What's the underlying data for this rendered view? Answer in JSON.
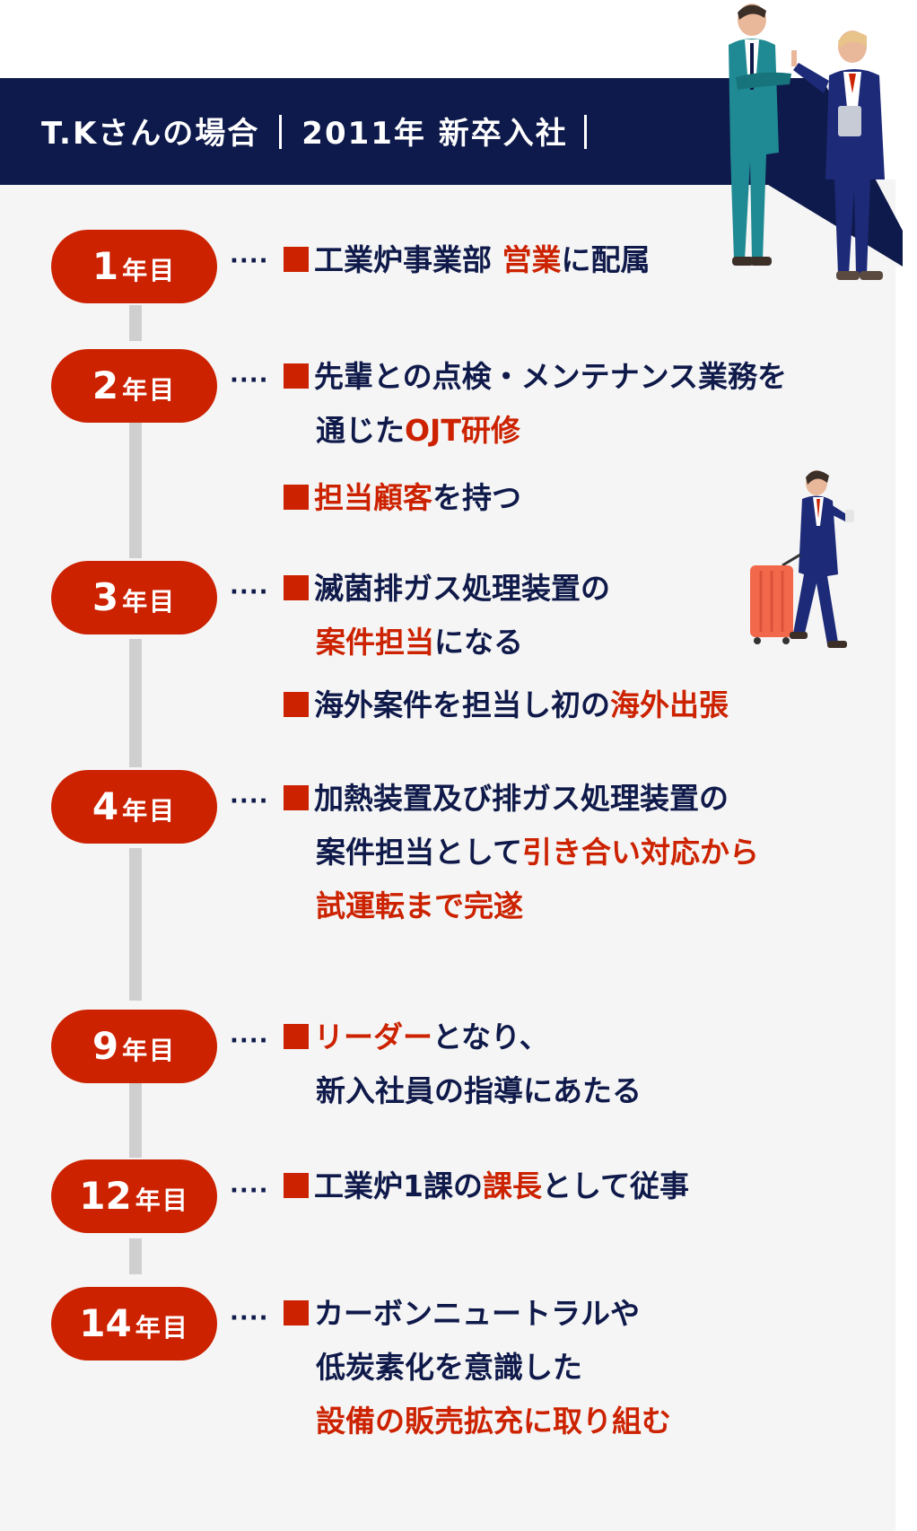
{
  "header": {
    "name": "T.Kさんの場合",
    "joined": "2011年 新卒入社"
  },
  "timeline": [
    {
      "num": "1",
      "unit": "年目",
      "dots": "····",
      "items": [
        {
          "lines": [
            [
              {
                "t": "工業炉事業部 "
              },
              {
                "t": "営業",
                "hl": true
              },
              {
                "t": "に配属"
              }
            ]
          ]
        }
      ]
    },
    {
      "num": "2",
      "unit": "年目",
      "dots": "····",
      "items": [
        {
          "lines": [
            [
              {
                "t": "先輩との点検・メンテナンス業務を"
              }
            ],
            [
              {
                "t": "通じた"
              },
              {
                "t": "OJT研修",
                "hl": true
              }
            ]
          ]
        },
        {
          "lines": [
            [
              {
                "t": "担当顧客",
                "hl": true
              },
              {
                "t": "を持つ"
              }
            ]
          ]
        }
      ]
    },
    {
      "num": "3",
      "unit": "年目",
      "dots": "····",
      "items": [
        {
          "lines": [
            [
              {
                "t": "滅菌排ガス処理装置の"
              }
            ],
            [
              {
                "t": "案件担当",
                "hl": true
              },
              {
                "t": "になる"
              }
            ]
          ]
        },
        {
          "lines": [
            [
              {
                "t": "海外案件を担当し初の"
              },
              {
                "t": "海外出張",
                "hl": true
              }
            ]
          ]
        }
      ]
    },
    {
      "num": "4",
      "unit": "年目",
      "dots": "····",
      "items": [
        {
          "lines": [
            [
              {
                "t": "加熱装置及び排ガス処理装置の"
              }
            ],
            [
              {
                "t": "案件担当として"
              },
              {
                "t": "引き合い対応から",
                "hl": true
              }
            ],
            [
              {
                "t": "試運転まで完遂",
                "hl": true
              }
            ]
          ]
        }
      ]
    },
    {
      "num": "9",
      "unit": "年目",
      "dots": "····",
      "items": [
        {
          "lines": [
            [
              {
                "t": "リーダー",
                "hl": true
              },
              {
                "t": "となり、"
              }
            ],
            [
              {
                "t": "新入社員の指導にあたる"
              }
            ]
          ]
        }
      ]
    },
    {
      "num": "12",
      "unit": "年目",
      "dots": "····",
      "items": [
        {
          "lines": [
            [
              {
                "t": "工業炉1課の"
              },
              {
                "t": "課長",
                "hl": true
              },
              {
                "t": "として従事"
              }
            ]
          ]
        }
      ]
    },
    {
      "num": "14",
      "unit": "年目",
      "dots": "····",
      "items": [
        {
          "lines": [
            [
              {
                "t": "カーボンニュートラルや"
              }
            ],
            [
              {
                "t": "低炭素化を意識した"
              }
            ],
            [
              {
                "t": "設備の販売拡充に取り組む",
                "hl": true
              }
            ]
          ]
        }
      ]
    }
  ],
  "colors": {
    "navy": "#0e1a4b",
    "accent": "#cc2200",
    "connector": "#cfcfcf",
    "panel": "#f5f5f5"
  },
  "icons": [
    "two-businessmen-illustration",
    "traveler-with-suitcase-illustration"
  ]
}
